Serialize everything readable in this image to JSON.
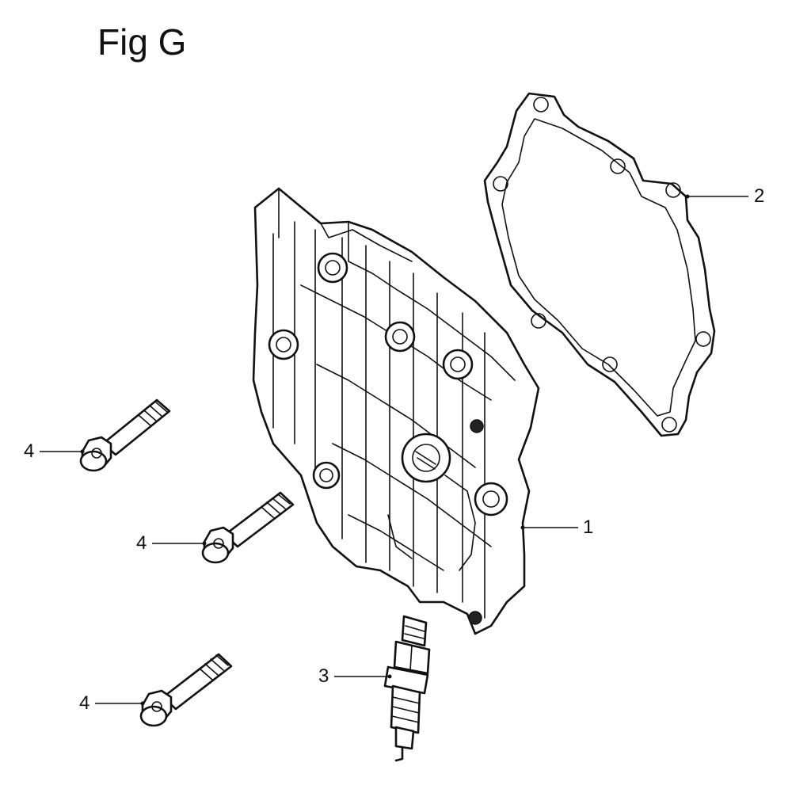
{
  "figure": {
    "title": "Fig G",
    "callouts": [
      {
        "id": "cylinder-head",
        "label": "1"
      },
      {
        "id": "gasket",
        "label": "2"
      },
      {
        "id": "spark-plug",
        "label": "3"
      },
      {
        "id": "flange-bolt-upper",
        "label": "4"
      },
      {
        "id": "flange-bolt-middle",
        "label": "4"
      },
      {
        "id": "flange-bolt-lower",
        "label": "4"
      }
    ]
  }
}
